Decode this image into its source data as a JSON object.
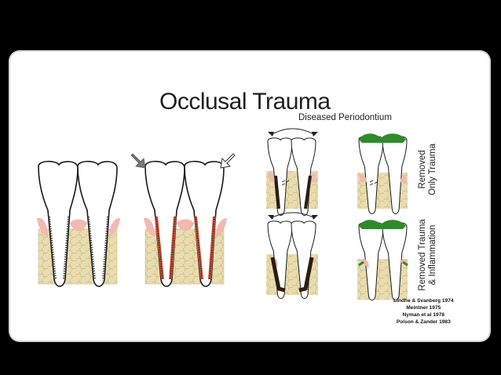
{
  "slide": {
    "title": "Occlusal Trauma",
    "subtitle": "Diseased Periodontium",
    "label_top": [
      "Removed",
      "Only Trauma"
    ],
    "label_bottom": [
      "Removed Trauma",
      "& Inflammation"
    ],
    "references": [
      "Lindhe & Svanberg 1974",
      "Meintner 1975",
      "Nyman et al 1978",
      "Polson & Zander 1983"
    ]
  },
  "colors": {
    "background": "#000000",
    "slide": "#ffffff",
    "bone": "#e9dcae",
    "gum": "#f2b9b0",
    "inflamed_ligament": "#c4513a",
    "diseased_tissue": "#2b1d12",
    "healed_tissue": "#2f8a2c"
  },
  "icons": [
    "force-arrow-icon",
    "bidirectional-arrow-icon"
  ]
}
